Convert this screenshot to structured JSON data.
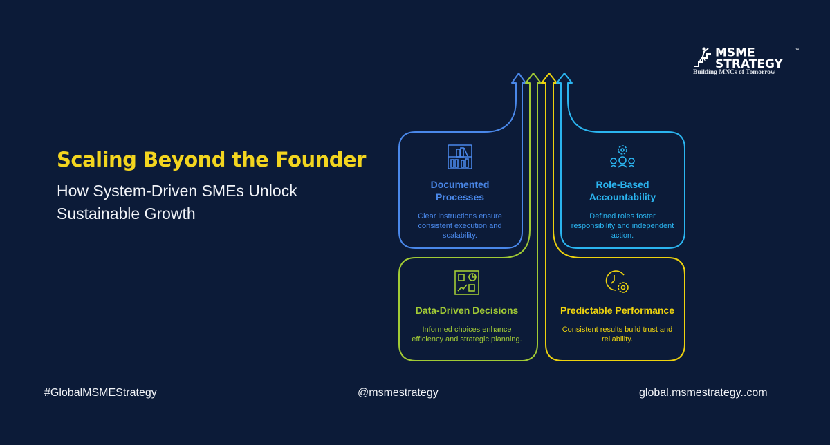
{
  "heading": {
    "title": "Scaling Beyond the Founder",
    "subtitle": "How System-Driven SMEs Unlock Sustainable Growth"
  },
  "logo": {
    "line1": "MSME",
    "line2": "STRATEGY",
    "tagline": "Building MNCs of Tomorrow",
    "tm": "™"
  },
  "cards": [
    {
      "title": "Documented Processes",
      "text": "Clear instructions ensure consistent execution and scalability.",
      "icon": "bookshelf-icon",
      "color": "#4a88ea"
    },
    {
      "title": "Role-Based Accountability",
      "text": "Defined roles foster responsibility and independent action.",
      "icon": "team-gear-icon",
      "color": "#2bb5f0"
    },
    {
      "title": "Data-Driven Decisions",
      "text": "Informed choices enhance efficiency and strategic planning.",
      "icon": "dashboard-icon",
      "color": "#a2cb35"
    },
    {
      "title": "Predictable Performance",
      "text": "Consistent results build trust and reliability.",
      "icon": "clock-gear-icon",
      "color": "#eed30e"
    }
  ],
  "footer": {
    "hashtag": "#GlobalMSMEStrategy",
    "handle": "@msmestrategy",
    "website": "global.msmestrategy..com"
  }
}
